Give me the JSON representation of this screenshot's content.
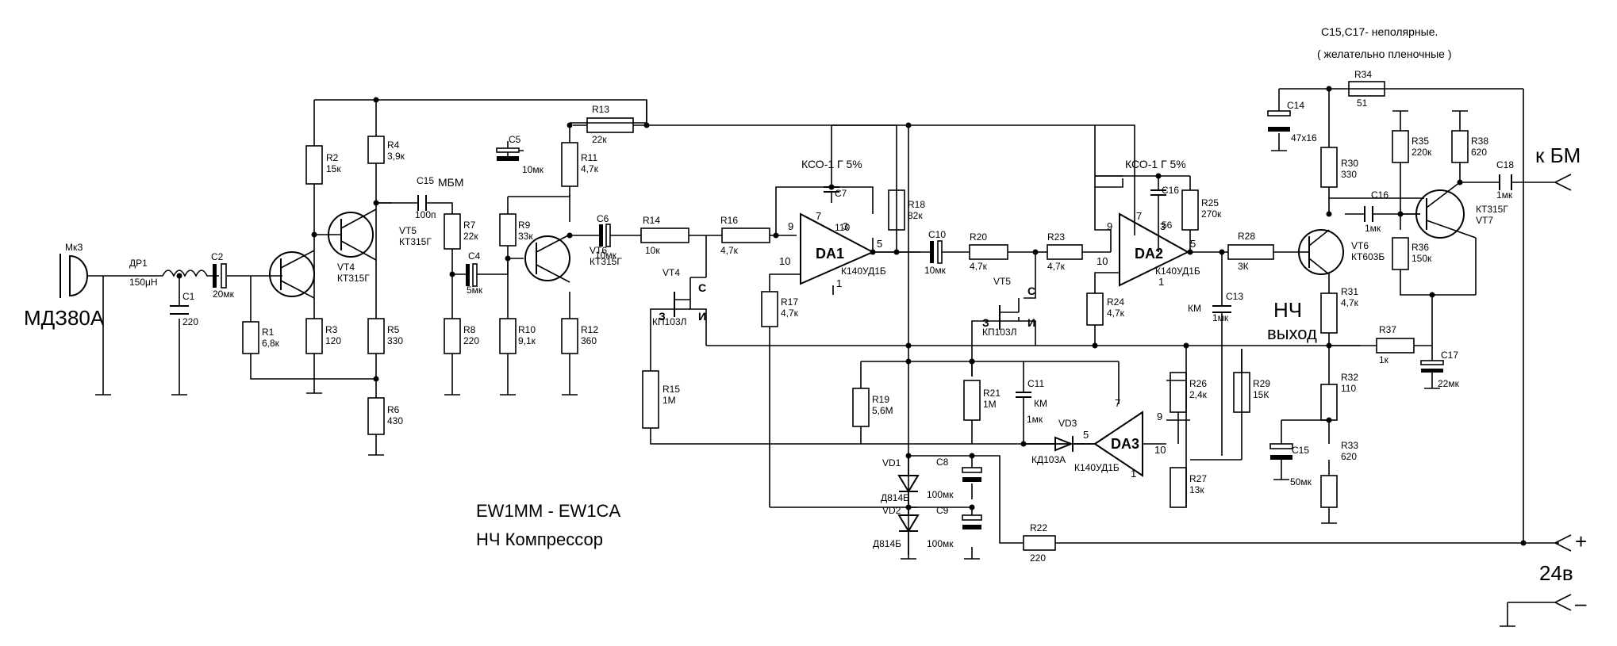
{
  "title": {
    "line1": "EW1MM  - EW1CA",
    "line2": "НЧ  Компрессор"
  },
  "notes": {
    "line1": "С15,С17- неполярные.",
    "line2": "( желательно пленочные )"
  },
  "terminals": {
    "mic": "МДЗ80А",
    "mic_ref": "МкЗ",
    "to_bm": "к БМ",
    "out_line1": "НЧ",
    "out_line2": "выход",
    "plus": "+",
    "minus": "–",
    "supply": "24в",
    "ksol1": "КСО-1 Г 5%",
    "ksol2": "КСО-1 Г 5%",
    "mbm": "МБМ",
    "km1": "КМ",
    "km2": "КМ"
  },
  "components": {
    "dr1": {
      "ref": "ДР1",
      "val": "150μH"
    },
    "c1": {
      "ref": "C1",
      "val": "220"
    },
    "c2": {
      "ref": "C2",
      "val": "20мк"
    },
    "r1": {
      "ref": "R1",
      "val": "6,8к"
    },
    "r2": {
      "ref": "R2",
      "val": "15к"
    },
    "r3": {
      "ref": "R3",
      "val": "120"
    },
    "r4": {
      "ref": "R4",
      "val": "3,9к"
    },
    "r5": {
      "ref": "R5",
      "val": "330"
    },
    "r6": {
      "ref": "R6",
      "val": "430"
    },
    "vt4": {
      "ref": "VT4",
      "val": "КТ315Г"
    },
    "vt5": {
      "ref": "VT5",
      "val": "КТ315Г"
    },
    "c15a": {
      "ref": "C15",
      "val": "100п"
    },
    "r7": {
      "ref": "R7",
      "val": "22к"
    },
    "r8": {
      "ref": "R8",
      "val": "220"
    },
    "c4": {
      "ref": "C4",
      "val": "5мк"
    },
    "r9": {
      "ref": "R9",
      "val": "33к"
    },
    "r10": {
      "ref": "R10",
      "val": "9,1к"
    },
    "r11": {
      "ref": "R11",
      "val": "4,7к"
    },
    "r12": {
      "ref": "R12",
      "val": "360"
    },
    "vt6a": {
      "ref": "VT6",
      "val": "КТ315Г"
    },
    "c5": {
      "ref": "C5",
      "val": "10мк"
    },
    "r13": {
      "ref": "R13",
      "val": "22к"
    },
    "c6": {
      "ref": "C6",
      "val": "10мк"
    },
    "r14": {
      "ref": "R14",
      "val": "10к"
    },
    "r16": {
      "ref": "R16",
      "val": "4,7к"
    },
    "vt4f": {
      "ref": "VT4",
      "val": "КП103Л"
    },
    "r15": {
      "ref": "R15",
      "val": "1М"
    },
    "r17": {
      "ref": "R17",
      "val": "4,7к"
    },
    "da1": {
      "ref": "DA1",
      "val": "К140УД1Б"
    },
    "c7": {
      "ref": "C7",
      "val": "110"
    },
    "r18": {
      "ref": "R18",
      "val": "82к"
    },
    "c10": {
      "ref": "C10",
      "val": "10мк"
    },
    "r20": {
      "ref": "R20",
      "val": "4,7к"
    },
    "r23": {
      "ref": "R23",
      "val": "4,7к"
    },
    "vt5f": {
      "ref": "VT5",
      "val": "КП103Л"
    },
    "r19": {
      "ref": "R19",
      "val": "5,6М"
    },
    "r21": {
      "ref": "R21",
      "val": "1М"
    },
    "c11": {
      "ref": "C11",
      "val": "1мк"
    },
    "vd3": {
      "ref": "VD3",
      "val": "КД103А"
    },
    "da3": {
      "ref": "DA3",
      "val": "К140УД1Б"
    },
    "vd1": {
      "ref": "VD1",
      "val": "Д814Б"
    },
    "vd2": {
      "ref": "VD2",
      "val": "Д814Б"
    },
    "c8": {
      "ref": "C8",
      "val": "100мк"
    },
    "c9": {
      "ref": "C9",
      "val": "100мк"
    },
    "r22": {
      "ref": "R22",
      "val": "220"
    },
    "r24": {
      "ref": "R24",
      "val": "4,7к"
    },
    "da2": {
      "ref": "DA2",
      "val": "К140УД1Б"
    },
    "c16a": {
      "ref": "C16",
      "val": "56"
    },
    "r25": {
      "ref": "R25",
      "val": "270к"
    },
    "r26": {
      "ref": "R26",
      "val": "2,4к"
    },
    "r27": {
      "ref": "R27",
      "val": "13к"
    },
    "r29": {
      "ref": "R29",
      "val": "15К"
    },
    "c13": {
      "ref": "C13",
      "val": "1мк"
    },
    "r28": {
      "ref": "R28",
      "val": "3К"
    },
    "vt6b": {
      "ref": "VT6",
      "val": "КТ603Б"
    },
    "r30": {
      "ref": "R30",
      "val": "330"
    },
    "r31": {
      "ref": "R31",
      "val": "4,7к"
    },
    "r32": {
      "ref": "R32",
      "val": "110"
    },
    "r33": {
      "ref": "R33",
      "val": "620"
    },
    "c15b": {
      "ref": "C15",
      "val": "50мк"
    },
    "c14": {
      "ref": "C14",
      "val": "47х16"
    },
    "r34": {
      "ref": "R34",
      "val": "51"
    },
    "r35": {
      "ref": "R35",
      "val": "220к"
    },
    "r36": {
      "ref": "R36",
      "val": "150к"
    },
    "r37": {
      "ref": "R37",
      "val": "1к"
    },
    "c17": {
      "ref": "C17",
      "val": "22мк"
    },
    "c16b": {
      "ref": "C16",
      "val": "1мк"
    },
    "r38": {
      "ref": "R38",
      "val": "620"
    },
    "vt7": {
      "ref": "VT7",
      "val": "КТ315Г"
    },
    "c18": {
      "ref": "C18",
      "val": "1мк"
    }
  },
  "pins": {
    "da1_9": "9",
    "da1_7": "7",
    "da1_3": "3",
    "da1_5": "5",
    "da1_10": "10",
    "da1_1": "1",
    "da2_9": "9",
    "da2_7": "7",
    "da2_3": "3",
    "da2_5": "5",
    "da2_10": "10",
    "da2_1": "1",
    "da3_5": "5",
    "da3_7": "7",
    "da3_9": "9",
    "da3_10": "10",
    "da3_1": "1",
    "c": "С",
    "z": "З",
    "i": "И"
  }
}
